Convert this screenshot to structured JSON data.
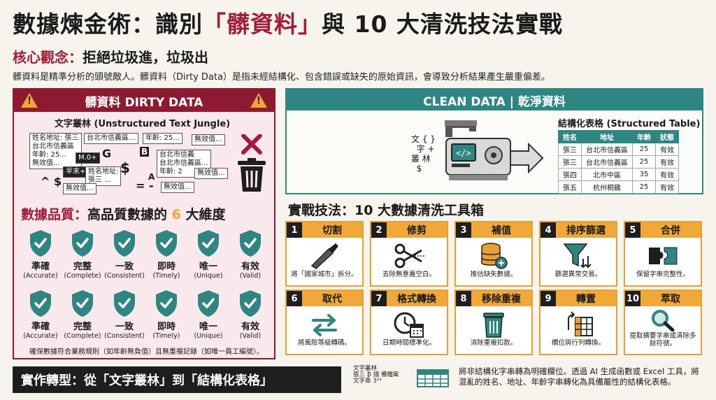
{
  "header": {
    "title_part1": "數據煉金術：識別",
    "title_highlight": "「髒資料」",
    "title_part2": "與 10 大清洗技法實戰",
    "core_label": "核心觀念：",
    "core_text": "拒絕垃圾進，垃圾出",
    "intro": "髒資料是精準分析的頭號敵人。髒資料（Dirty Data）是指未經結構化、包含錯誤或缺失的原始資訊，會導致分析結果產生嚴重偏差。"
  },
  "dirty_panel": {
    "heading": "髒資料 DIRTY DATA",
    "warning_glyph": "!",
    "jungle_title": "文字叢林 (Unstructured Text Jungle)",
    "scraps": [
      "姓名地址: 張三",
      "台北市信義區",
      "年齡: 25...",
      "無效值...",
      "台北市信義區...",
      "年齡: 25...",
      "無效值...",
      "M.0+",
      "半末+",
      "姓名地址:",
      "張三 ...",
      "台北市信義",
      "台北市信義區...",
      "年齡: 2",
      "無效值...",
      "無效值...",
      "無效值..."
    ],
    "glyphs": [
      "G",
      "B",
      "^ $",
      "= -",
      "$",
      "A"
    ],
    "icon": "trash-with-x-icon"
  },
  "quality": {
    "title_prefix": "數據品質：",
    "title_mid": "高品質數據的 ",
    "title_num": "6",
    "title_suffix": " 大維度",
    "dimensions": [
      {
        "zh": "準確",
        "en": "(Accurate)"
      },
      {
        "zh": "完整",
        "en": "(Complete)"
      },
      {
        "zh": "一致",
        "en": "(Consistent)"
      },
      {
        "zh": "即時",
        "en": "(Timely)"
      },
      {
        "zh": "唯一",
        "en": "(Unique)"
      },
      {
        "zh": "有效",
        "en": "(Valid)"
      }
    ],
    "note": "確保數據符合業務規則（如年齡無負值）且無重複記錄（如唯一員工編號）。",
    "shield_color": "#2e8682"
  },
  "clean_panel": {
    "heading": "CLEAN DATA | 乾淨資料",
    "letters": [
      "文",
      "{ }",
      "字",
      "+",
      "叢",
      "林",
      "$"
    ],
    "table_title": "結構化表格 (Structured Table)",
    "columns": [
      "姓名",
      "地址",
      "年齡",
      "狀態"
    ],
    "rows": [
      [
        "張三",
        "台北市信義區",
        "25",
        "有效"
      ],
      [
        "張三",
        "台北市信義區",
        "25",
        "有效"
      ],
      [
        "張四",
        "北市中區",
        "35",
        "有效"
      ],
      [
        "張五",
        "杭州桐雞",
        "25",
        "有效"
      ]
    ]
  },
  "tools": {
    "title": "實戰技法：10 大數據清洗工具箱",
    "items": [
      {
        "num": "1",
        "name": "切割",
        "desc": "將「國家城市」拆分。",
        "icon": "knife-icon"
      },
      {
        "num": "2",
        "name": "修剪",
        "desc": "去除無意義空白。",
        "icon": "scissors-icon"
      },
      {
        "num": "3",
        "name": "補值",
        "desc": "推估缺失數據。",
        "icon": "database-plus-icon"
      },
      {
        "num": "4",
        "name": "排序篩選",
        "desc": "篩選異常交易。",
        "icon": "funnel-sort-icon"
      },
      {
        "num": "5",
        "name": "合併",
        "desc": "保留字串完整性。",
        "icon": "puzzle-icon"
      },
      {
        "num": "6",
        "name": "取代",
        "desc": "將風險等級轉碼。",
        "icon": "swap-arrows-icon"
      },
      {
        "num": "7",
        "name": "格式轉換",
        "desc": "日期時間標準化。",
        "icon": "clock-calendar-icon"
      },
      {
        "num": "8",
        "name": "移除重複",
        "desc": "消除重複扣款。",
        "icon": "trash-icon"
      },
      {
        "num": "9",
        "name": "轉置",
        "desc": "欄位與行列轉換。",
        "icon": "transpose-grid-icon"
      },
      {
        "num": "10",
        "name": "萃取",
        "desc": "提取摘要字串或清除多餘符號。",
        "icon": "magnifier-icon"
      }
    ]
  },
  "footer": {
    "banner": "實作轉型：從「文字叢林」到「結構化表格」",
    "mini_lines": [
      "文字叢林",
      "張三 ₿  描  備檔案",
      "文字串  3¹³"
    ],
    "description": "將非結構化字串轉為明確欄位。透過 AI 生成函數或 Excel 工具，將混亂的姓名、地址、年齡字串轉化為具備屬性的結構化表格。"
  }
}
